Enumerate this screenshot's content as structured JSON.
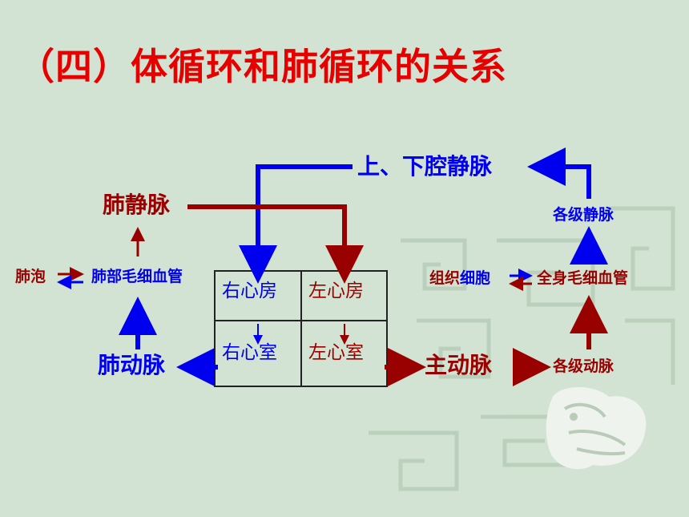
{
  "title": "（四）体循环和肺循环的关系",
  "nodes": {
    "vena_cava": "上、下腔静脉",
    "pulmonary_vein": "肺静脉",
    "pulmonary_artery": "肺动脉",
    "alveoli": "肺泡",
    "lung_capillaries": "肺部毛细血管",
    "right_atrium": "右心房",
    "left_atrium": "左心房",
    "right_ventricle": "右心室",
    "left_ventricle": "左心室",
    "aorta": "主动脉",
    "arteries": "各级动脉",
    "veins": "各级静脉",
    "tissue": "组织",
    "cells": "细胞",
    "body_capillaries": "全身毛细血管"
  },
  "colors": {
    "title": "#e60000",
    "blue": "#0000ee",
    "dark_red": "#990000",
    "background": "#d3e3d3"
  }
}
